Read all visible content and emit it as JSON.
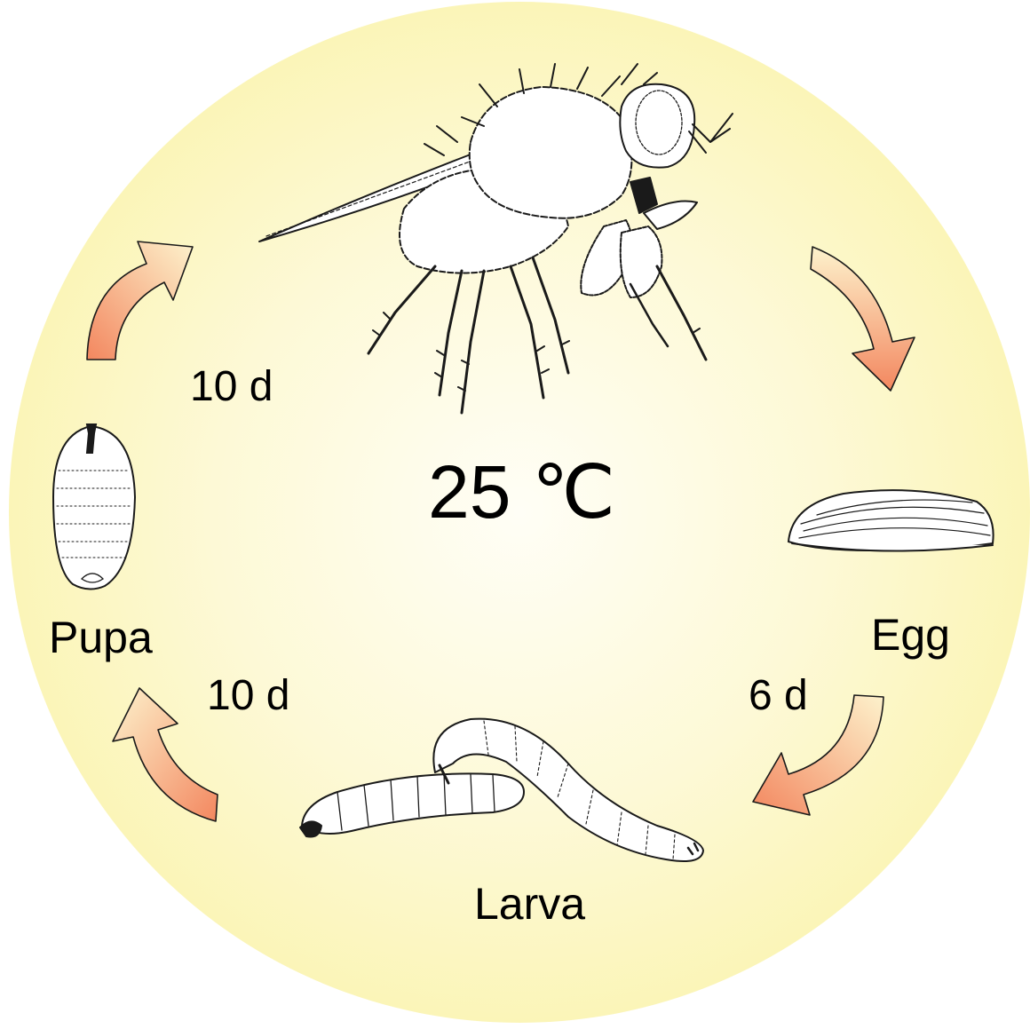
{
  "diagram": {
    "temperature": "25 ℃",
    "stages": {
      "egg": "Egg",
      "larva": "Larva",
      "pupa": "Pupa"
    },
    "durations": {
      "egg_to_larva": "6 d",
      "larva_to_pupa": "10 d",
      "pupa_to_adult": "10 d"
    },
    "colors": {
      "circle_center": "#fffdf2",
      "circle_edge": "#fbf5b8",
      "arrow_dark": "#f3875f",
      "arrow_light": "#fdf2cc",
      "line": "#1a1a1a"
    },
    "icons": [
      "fly-icon",
      "egg-icon",
      "larva-icon",
      "pupa-icon"
    ]
  }
}
